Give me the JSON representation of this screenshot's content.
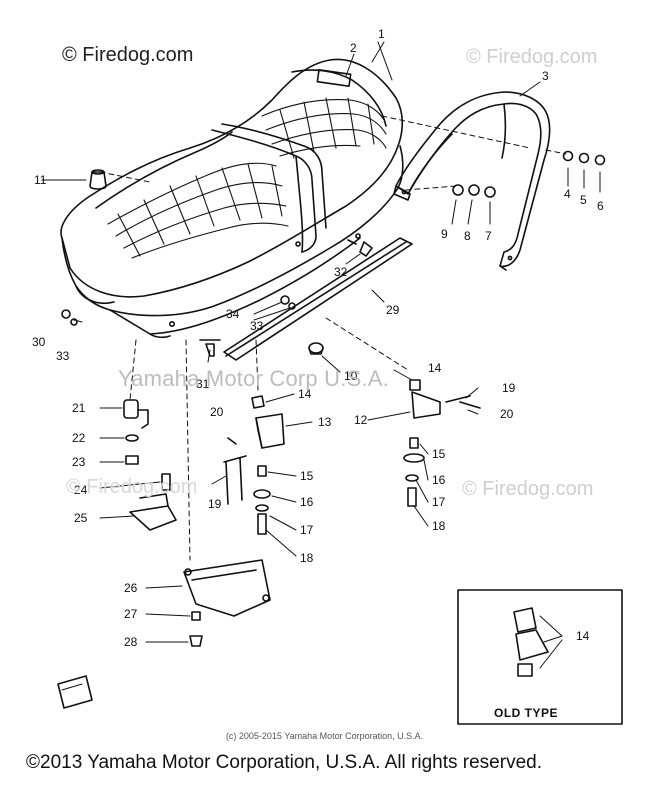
{
  "watermarks": {
    "top_left": "© Firedog.com",
    "top_right": "© Firedog.com",
    "middle": "Yamaha Motor Corp U.S.A.",
    "right": "© Firedog.com",
    "left": "© Firedog.com"
  },
  "small_copyright": "(c) 2005-2015 Yamaha Motor Corporation, U.S.A.",
  "footer": "©2013 Yamaha Motor Corporation, U.S.A. All rights reserved.",
  "old_type_label": "OLD TYPE",
  "callouts": {
    "n1": "1",
    "n2": "2",
    "n3": "3",
    "n4": "4",
    "n5": "5",
    "n6": "6",
    "n7": "7",
    "n8": "8",
    "n9": "9",
    "n10": "10",
    "n11": "11",
    "n12": "12",
    "n13": "13",
    "n14a": "14",
    "n14b": "14",
    "n14c": "14",
    "n15a": "15",
    "n15b": "15",
    "n16a": "16",
    "n16b": "16",
    "n17a": "17",
    "n17b": "17",
    "n18a": "18",
    "n18b": "18",
    "n19a": "19",
    "n19b": "19",
    "n20a": "20",
    "n20b": "20",
    "n21": "21",
    "n22": "22",
    "n23": "23",
    "n24": "24",
    "n25": "25",
    "n26": "26",
    "n27": "27",
    "n28": "28",
    "n29": "29",
    "n30": "30",
    "n31": "31",
    "n32": "32",
    "n33a": "33",
    "n33b": "33",
    "n34": "34"
  }
}
